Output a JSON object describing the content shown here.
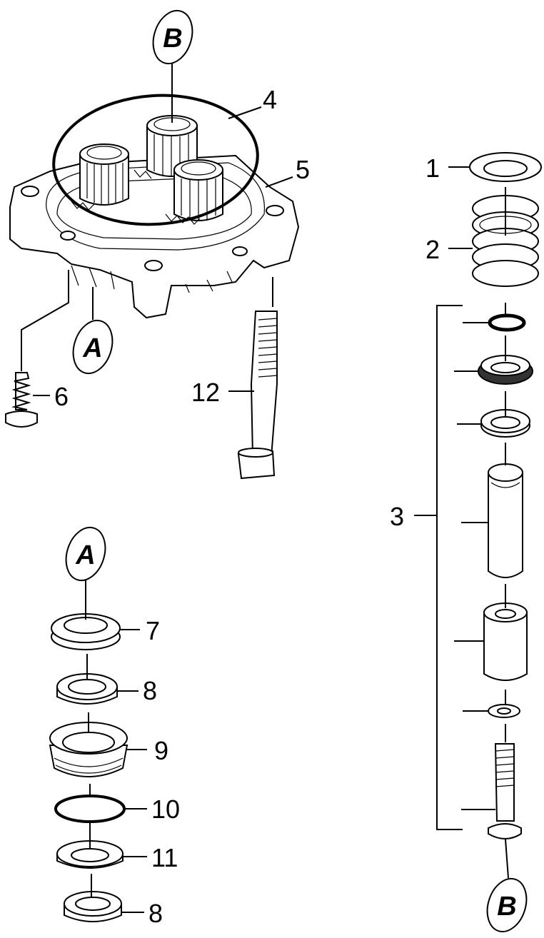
{
  "labels": {
    "p1": "1",
    "p2": "2",
    "p3": "3",
    "p4": "4",
    "p5": "5",
    "p6": "6",
    "p7": "7",
    "p8a": "8",
    "p9": "9",
    "p10": "10",
    "p11": "11",
    "p8b": "8",
    "p12": "12"
  },
  "callouts": {
    "b_top": "B",
    "a_mid": "A",
    "a_left": "A",
    "b_bottom": "B"
  }
}
